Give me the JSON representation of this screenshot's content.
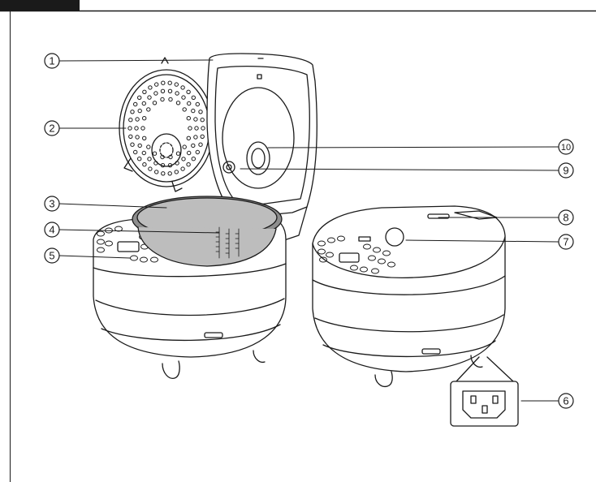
{
  "header": {
    "tab_color": "#1a1a1a",
    "rule_color": "#1a1a1a"
  },
  "callouts": [
    {
      "id": "callout-1",
      "label": "1"
    },
    {
      "id": "callout-2",
      "label": "2"
    },
    {
      "id": "callout-3",
      "label": "3"
    },
    {
      "id": "callout-4",
      "label": "4"
    },
    {
      "id": "callout-5",
      "label": "5"
    },
    {
      "id": "callout-6",
      "label": "6"
    },
    {
      "id": "callout-7",
      "label": "7"
    },
    {
      "id": "callout-8",
      "label": "8"
    },
    {
      "id": "callout-9",
      "label": "9"
    },
    {
      "id": "callout-10",
      "label": "10"
    }
  ],
  "colors": {
    "line": "#1a1a1a",
    "inner_pot": "#bdbdbd",
    "inner_pot_rim": "#8e8e8e",
    "fill": "#ffffff"
  }
}
